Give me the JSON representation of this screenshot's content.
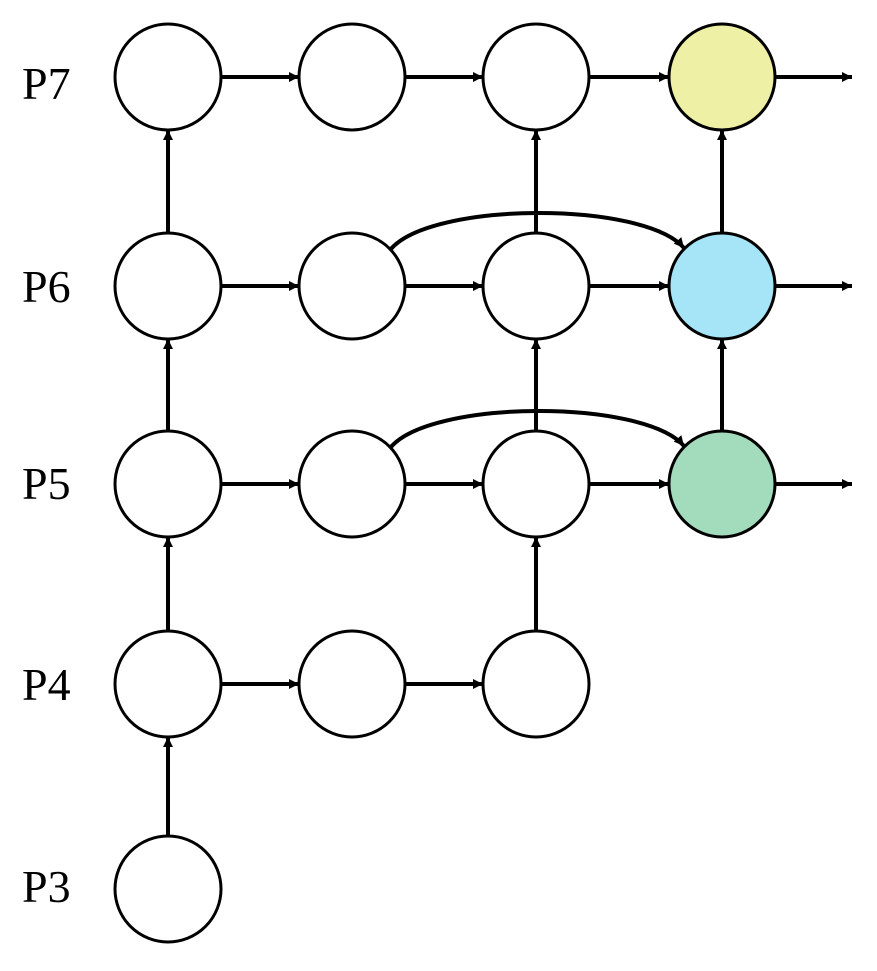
{
  "levels": [
    {
      "id": "p7",
      "label": "P7"
    },
    {
      "id": "p6",
      "label": "P6"
    },
    {
      "id": "p5",
      "label": "P5"
    },
    {
      "id": "p4",
      "label": "P4"
    },
    {
      "id": "p3",
      "label": "P3"
    }
  ],
  "nodes": [
    {
      "id": "p7-c0",
      "level": "p7",
      "column": 0,
      "fill": "#ffffff"
    },
    {
      "id": "p7-c1",
      "level": "p7",
      "column": 1,
      "fill": "#ffffff"
    },
    {
      "id": "p7-c2",
      "level": "p7",
      "column": 2,
      "fill": "#ffffff"
    },
    {
      "id": "p7-c3",
      "level": "p7",
      "column": 3,
      "fill": "#eef0a6"
    },
    {
      "id": "p6-c0",
      "level": "p6",
      "column": 0,
      "fill": "#ffffff"
    },
    {
      "id": "p6-c1",
      "level": "p6",
      "column": 1,
      "fill": "#ffffff"
    },
    {
      "id": "p6-c2",
      "level": "p6",
      "column": 2,
      "fill": "#ffffff"
    },
    {
      "id": "p6-c3",
      "level": "p6",
      "column": 3,
      "fill": "#a6e4f7"
    },
    {
      "id": "p5-c0",
      "level": "p5",
      "column": 0,
      "fill": "#ffffff"
    },
    {
      "id": "p5-c1",
      "level": "p5",
      "column": 1,
      "fill": "#ffffff"
    },
    {
      "id": "p5-c2",
      "level": "p5",
      "column": 2,
      "fill": "#ffffff"
    },
    {
      "id": "p5-c3",
      "level": "p5",
      "column": 3,
      "fill": "#a3dbbd"
    },
    {
      "id": "p4-c0",
      "level": "p4",
      "column": 0,
      "fill": "#ffffff"
    },
    {
      "id": "p4-c1",
      "level": "p4",
      "column": 1,
      "fill": "#ffffff"
    },
    {
      "id": "p4-c2",
      "level": "p4",
      "column": 2,
      "fill": "#ffffff"
    },
    {
      "id": "p3-c0",
      "level": "p3",
      "column": 0,
      "fill": "#ffffff"
    }
  ],
  "edges": [
    {
      "from": "p7-c0",
      "to": "p7-c1"
    },
    {
      "from": "p7-c1",
      "to": "p7-c2"
    },
    {
      "from": "p7-c2",
      "to": "p7-c3"
    },
    {
      "from": "p7-c3",
      "to": "out"
    },
    {
      "from": "p6-c0",
      "to": "p6-c1"
    },
    {
      "from": "p6-c1",
      "to": "p6-c2"
    },
    {
      "from": "p6-c2",
      "to": "p6-c3"
    },
    {
      "from": "p6-c3",
      "to": "out"
    },
    {
      "from": "p5-c0",
      "to": "p5-c1"
    },
    {
      "from": "p5-c1",
      "to": "p5-c2"
    },
    {
      "from": "p5-c2",
      "to": "p5-c3"
    },
    {
      "from": "p5-c3",
      "to": "out"
    },
    {
      "from": "p4-c0",
      "to": "p4-c1"
    },
    {
      "from": "p4-c1",
      "to": "p4-c2"
    },
    {
      "from": "p3-c0",
      "to": "p4-c0"
    },
    {
      "from": "p4-c0",
      "to": "p5-c0"
    },
    {
      "from": "p5-c0",
      "to": "p6-c0"
    },
    {
      "from": "p6-c0",
      "to": "p7-c0"
    },
    {
      "from": "p4-c2",
      "to": "p5-c2"
    },
    {
      "from": "p5-c2",
      "to": "p6-c2"
    },
    {
      "from": "p6-c2",
      "to": "p7-c2"
    },
    {
      "from": "p5-c3",
      "to": "p6-c3"
    },
    {
      "from": "p6-c3",
      "to": "p7-c3"
    },
    {
      "from": "p6-c1",
      "to": "p6-c3",
      "curved": true
    },
    {
      "from": "p5-c1",
      "to": "p5-c3",
      "curved": true
    }
  ]
}
